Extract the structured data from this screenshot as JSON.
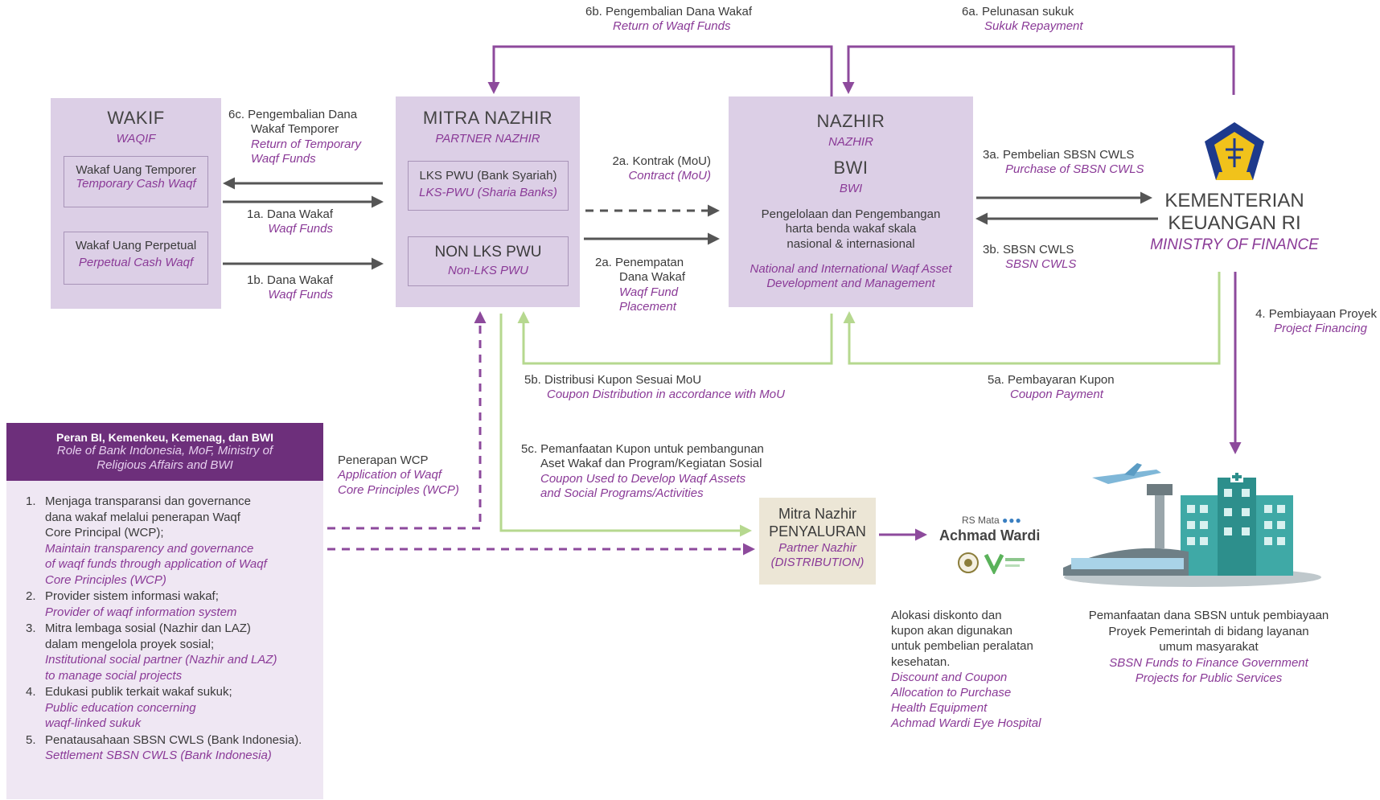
{
  "wakif": {
    "title": "WAKIF",
    "subtitle": "WAQIF",
    "temporary": {
      "label": "Wakaf Uang Temporer",
      "label_en": "Temporary Cash Waqf"
    },
    "perpetual": {
      "label": "Wakaf Uang Perpetual",
      "label_en": "Perpetual Cash Waqf"
    }
  },
  "mitra_nazhir": {
    "title": "MITRA NAZHIR",
    "subtitle": "PARTNER NAZHIR",
    "lks": {
      "label": "LKS PWU (Bank Syariah)",
      "label_en": "LKS-PWU (Sharia Banks)"
    },
    "non_lks": {
      "label": "NON LKS PWU",
      "label_en": "Non-LKS PWU"
    }
  },
  "nazhir": {
    "title": "NAZHIR",
    "subtitle": "NAZHIR",
    "bwi": "BWI",
    "bwi_en": "BWI",
    "desc": [
      "Pengelolaan dan Pengembangan",
      "harta benda wakaf skala",
      "nasional & internasional"
    ],
    "desc_en": [
      "National and International Waqf Asset",
      "Development and Management"
    ]
  },
  "ministry": {
    "name_1": "KEMENTERIAN",
    "name_2": "KEUANGAN RI",
    "name_en": "MINISTRY OF FINANCE"
  },
  "distribution": {
    "line1": "Mitra Nazhir",
    "line2": "PENYALURAN",
    "line3": "Partner Nazhir",
    "line4": "(DISTRIBUTION)"
  },
  "hospital": {
    "small": "RS Mata",
    "name": "Achmad Wardi",
    "dots": "●●●"
  },
  "flows": {
    "f6c": {
      "id": [
        "6c. Pengembalian Dana",
        "Wakaf Temporer"
      ],
      "en": [
        "Return of Temporary",
        "Waqf Funds"
      ]
    },
    "f1a": {
      "id": "1a. Dana Wakaf",
      "en": "Waqf Funds"
    },
    "f1b": {
      "id": "1b. Dana Wakaf",
      "en": "Waqf Funds"
    },
    "f2a_contract": {
      "id": "2a. Kontrak (MoU)",
      "en": "Contract (MoU)"
    },
    "f2a_placement": {
      "id": [
        "2a. Penempatan",
        "Dana Wakaf"
      ],
      "en": [
        "Waqf Fund",
        "Placement"
      ]
    },
    "f6b": {
      "id": "6b. Pengembalian Dana Wakaf",
      "en": "Return of Waqf Funds"
    },
    "f6a": {
      "id": "6a. Pelunasan sukuk",
      "en": "Sukuk Repayment"
    },
    "f3a": {
      "id": "3a. Pembelian SBSN CWLS",
      "en": "Purchase of SBSN CWLS"
    },
    "f3b": {
      "id": "3b. SBSN CWLS",
      "en": "SBSN CWLS"
    },
    "f4": {
      "id": "4. Pembiayaan Proyek",
      "en": "Project Financing"
    },
    "f5b": {
      "id": "5b. Distribusi Kupon Sesuai MoU",
      "en": "Coupon Distribution in accordance with MoU"
    },
    "f5a": {
      "id": "5a. Pembayaran Kupon",
      "en": "Coupon Payment"
    },
    "f5c": {
      "id": [
        "5c. Pemanfaatan Kupon untuk pembangunan",
        "Aset Wakaf dan Program/Kegiatan Sosial"
      ],
      "en": [
        "Coupon Used to Develop Waqf Assets",
        "and Social Programs/Activities"
      ]
    },
    "wcp": {
      "id": "Penerapan WCP",
      "en": [
        "Application of Waqf",
        "Core Principles (WCP)"
      ]
    }
  },
  "allocation": {
    "id": [
      "Alokasi diskonto dan",
      "kupon akan digunakan",
      "untuk pembelian peralatan",
      "kesehatan."
    ],
    "en": [
      "Discount and Coupon",
      "Allocation to Purchase",
      "Health Equipment",
      "Achmad Wardi Eye Hospital"
    ]
  },
  "sbsn_use": {
    "id": [
      "Pemanfaatan dana SBSN untuk pembiayaan",
      "Proyek Pemerintah di bidang layanan",
      "umum masyarakat"
    ],
    "en": [
      "SBSN Funds to Finance Government",
      "Projects for Public Services"
    ]
  },
  "roles": {
    "title": "Peran BI, Kemenkeu, Kemenag, dan BWI",
    "title_en": [
      "Role of Bank Indonesia, MoF, Ministry of",
      "Religious Affairs and BWI"
    ],
    "items": [
      {
        "num": "1.",
        "id": [
          "Menjaga transparansi dan governance",
          "dana wakaf melalui penerapan Waqf",
          "Core Principal (WCP);"
        ],
        "en": [
          "Maintain transparency and governance",
          "of waqf funds through application of Waqf",
          "Core Principles (WCP)"
        ]
      },
      {
        "num": "2.",
        "id": [
          "Provider sistem informasi wakaf;"
        ],
        "en": [
          "Provider of waqf information system"
        ]
      },
      {
        "num": "3.",
        "id": [
          "Mitra lembaga sosial (Nazhir dan LAZ)",
          "dalam mengelola proyek sosial;"
        ],
        "en": [
          "Institutional social partner (Nazhir and LAZ)",
          "to manage social projects"
        ]
      },
      {
        "num": "4.",
        "id": [
          "Edukasi publik terkait wakaf sukuk;"
        ],
        "en": [
          "Public education concerning",
          "waqf-linked sukuk"
        ]
      },
      {
        "num": "5.",
        "id": [
          "Penatausahaan SBSN CWLS (Bank Indonesia)."
        ],
        "en": [
          "Settlement SBSN CWLS (Bank Indonesia)"
        ]
      }
    ]
  },
  "colors": {
    "purple_flow": "#8d4a9c",
    "green_flow": "#b6d88f",
    "gray_flow": "#555555",
    "box": "#dccfe6",
    "header": "#6d2f7b",
    "accent_text": "#8a3a97"
  }
}
